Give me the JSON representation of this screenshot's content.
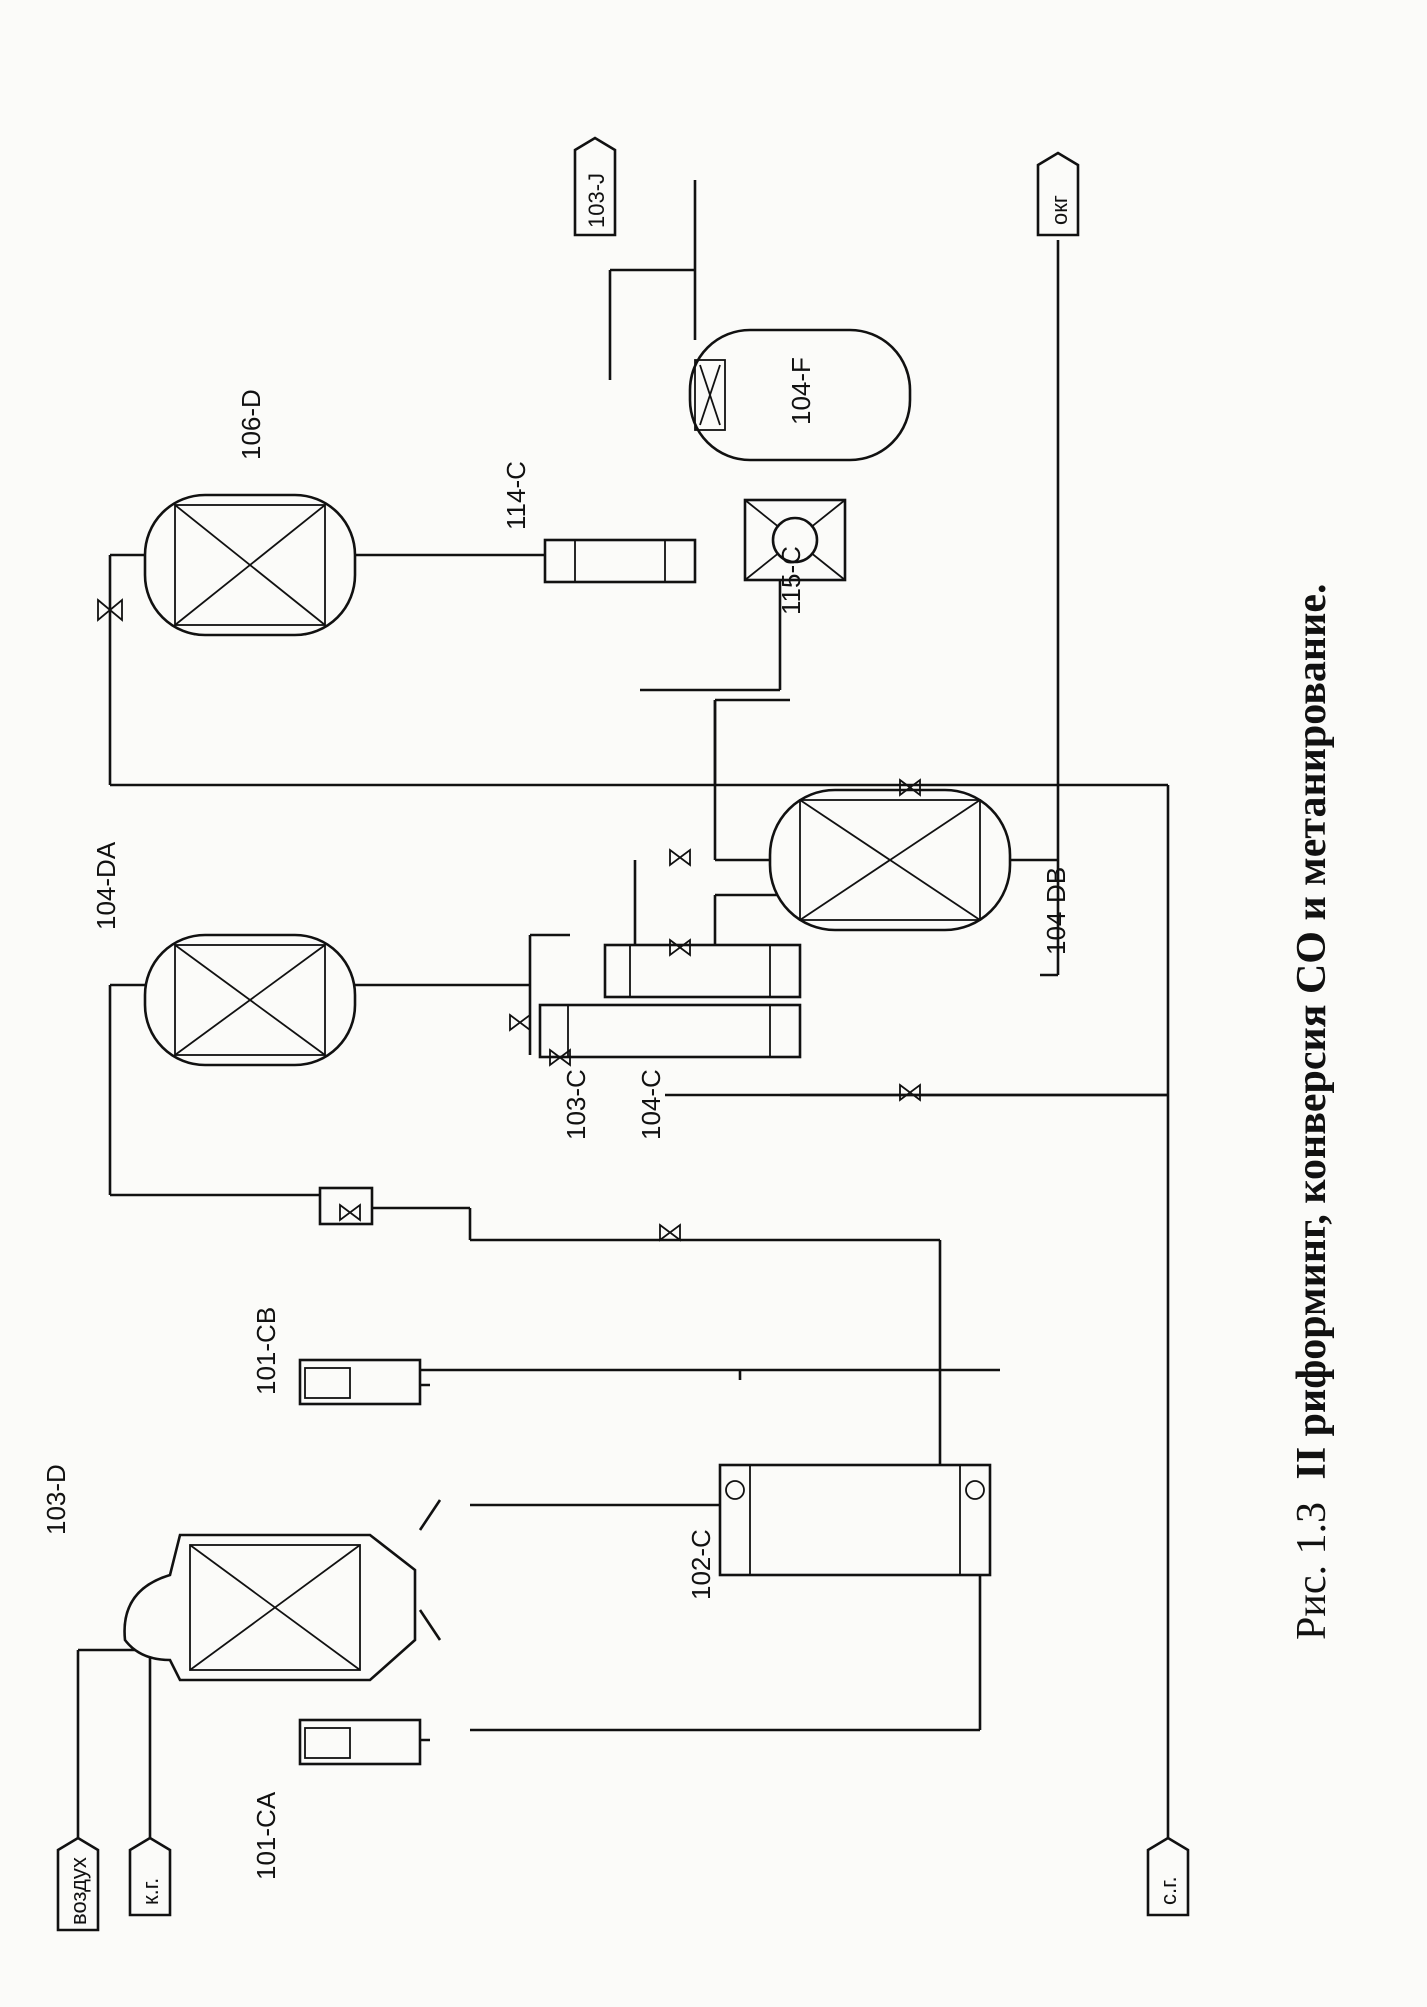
{
  "streams": {
    "air": "воздух",
    "nat_gas": "к.г.",
    "syn_gas": "с.г.",
    "to_compressor": "103-J",
    "condensate": "окг"
  },
  "equipment": {
    "secondary_reformer": "103-D",
    "boiler_a": "101-CA",
    "boiler_b": "101-CB",
    "exchanger_102c": "102-C",
    "reactor_104da": "104-DA",
    "exchanger_103c": "103-C",
    "exchanger_104c": "104-C",
    "reactor_104db": "104-DB",
    "methanator": "106-D",
    "cooler_114c": "114-C",
    "air_cooler_115c": "115-C",
    "separator_104f": "104-F"
  },
  "caption": {
    "prefix": "Рис. 1.3",
    "title": "II риформинг, конверсия СО и метанирование."
  }
}
